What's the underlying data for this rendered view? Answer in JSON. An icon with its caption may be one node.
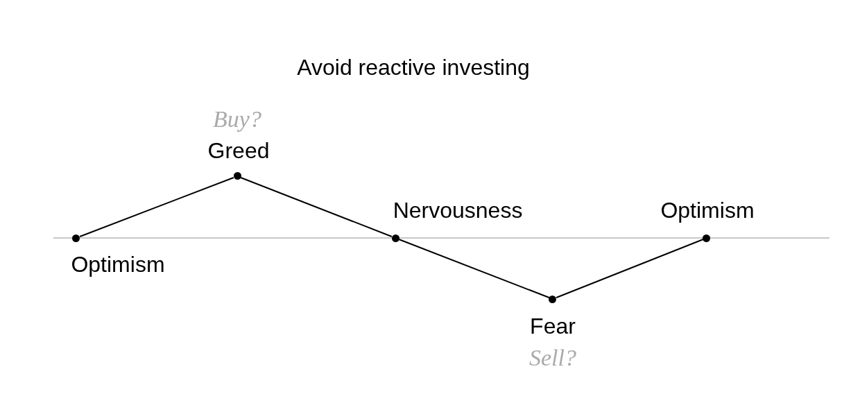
{
  "diagram": {
    "title": "Avoid reactive investing",
    "nodes": [
      {
        "text": [
          "Optimism"
        ]
      },
      {
        "text": [
          "Greed"
        ],
        "beside": [
          "Buy?"
        ]
      },
      {
        "text": [
          "Nervousness"
        ]
      },
      {
        "text": [
          "Fear"
        ],
        "beside": [
          "Sell?"
        ]
      },
      {
        "text": [
          "Optimism"
        ]
      }
    ],
    "edges": [
      {
        "from": 0,
        "to": 1,
        "arrow": "none"
      },
      {
        "from": 1,
        "to": 2,
        "arrow": "none"
      },
      {
        "from": 2,
        "to": 3,
        "arrow": "none"
      },
      {
        "from": 3,
        "to": 4,
        "arrow": "none"
      }
    ]
  }
}
